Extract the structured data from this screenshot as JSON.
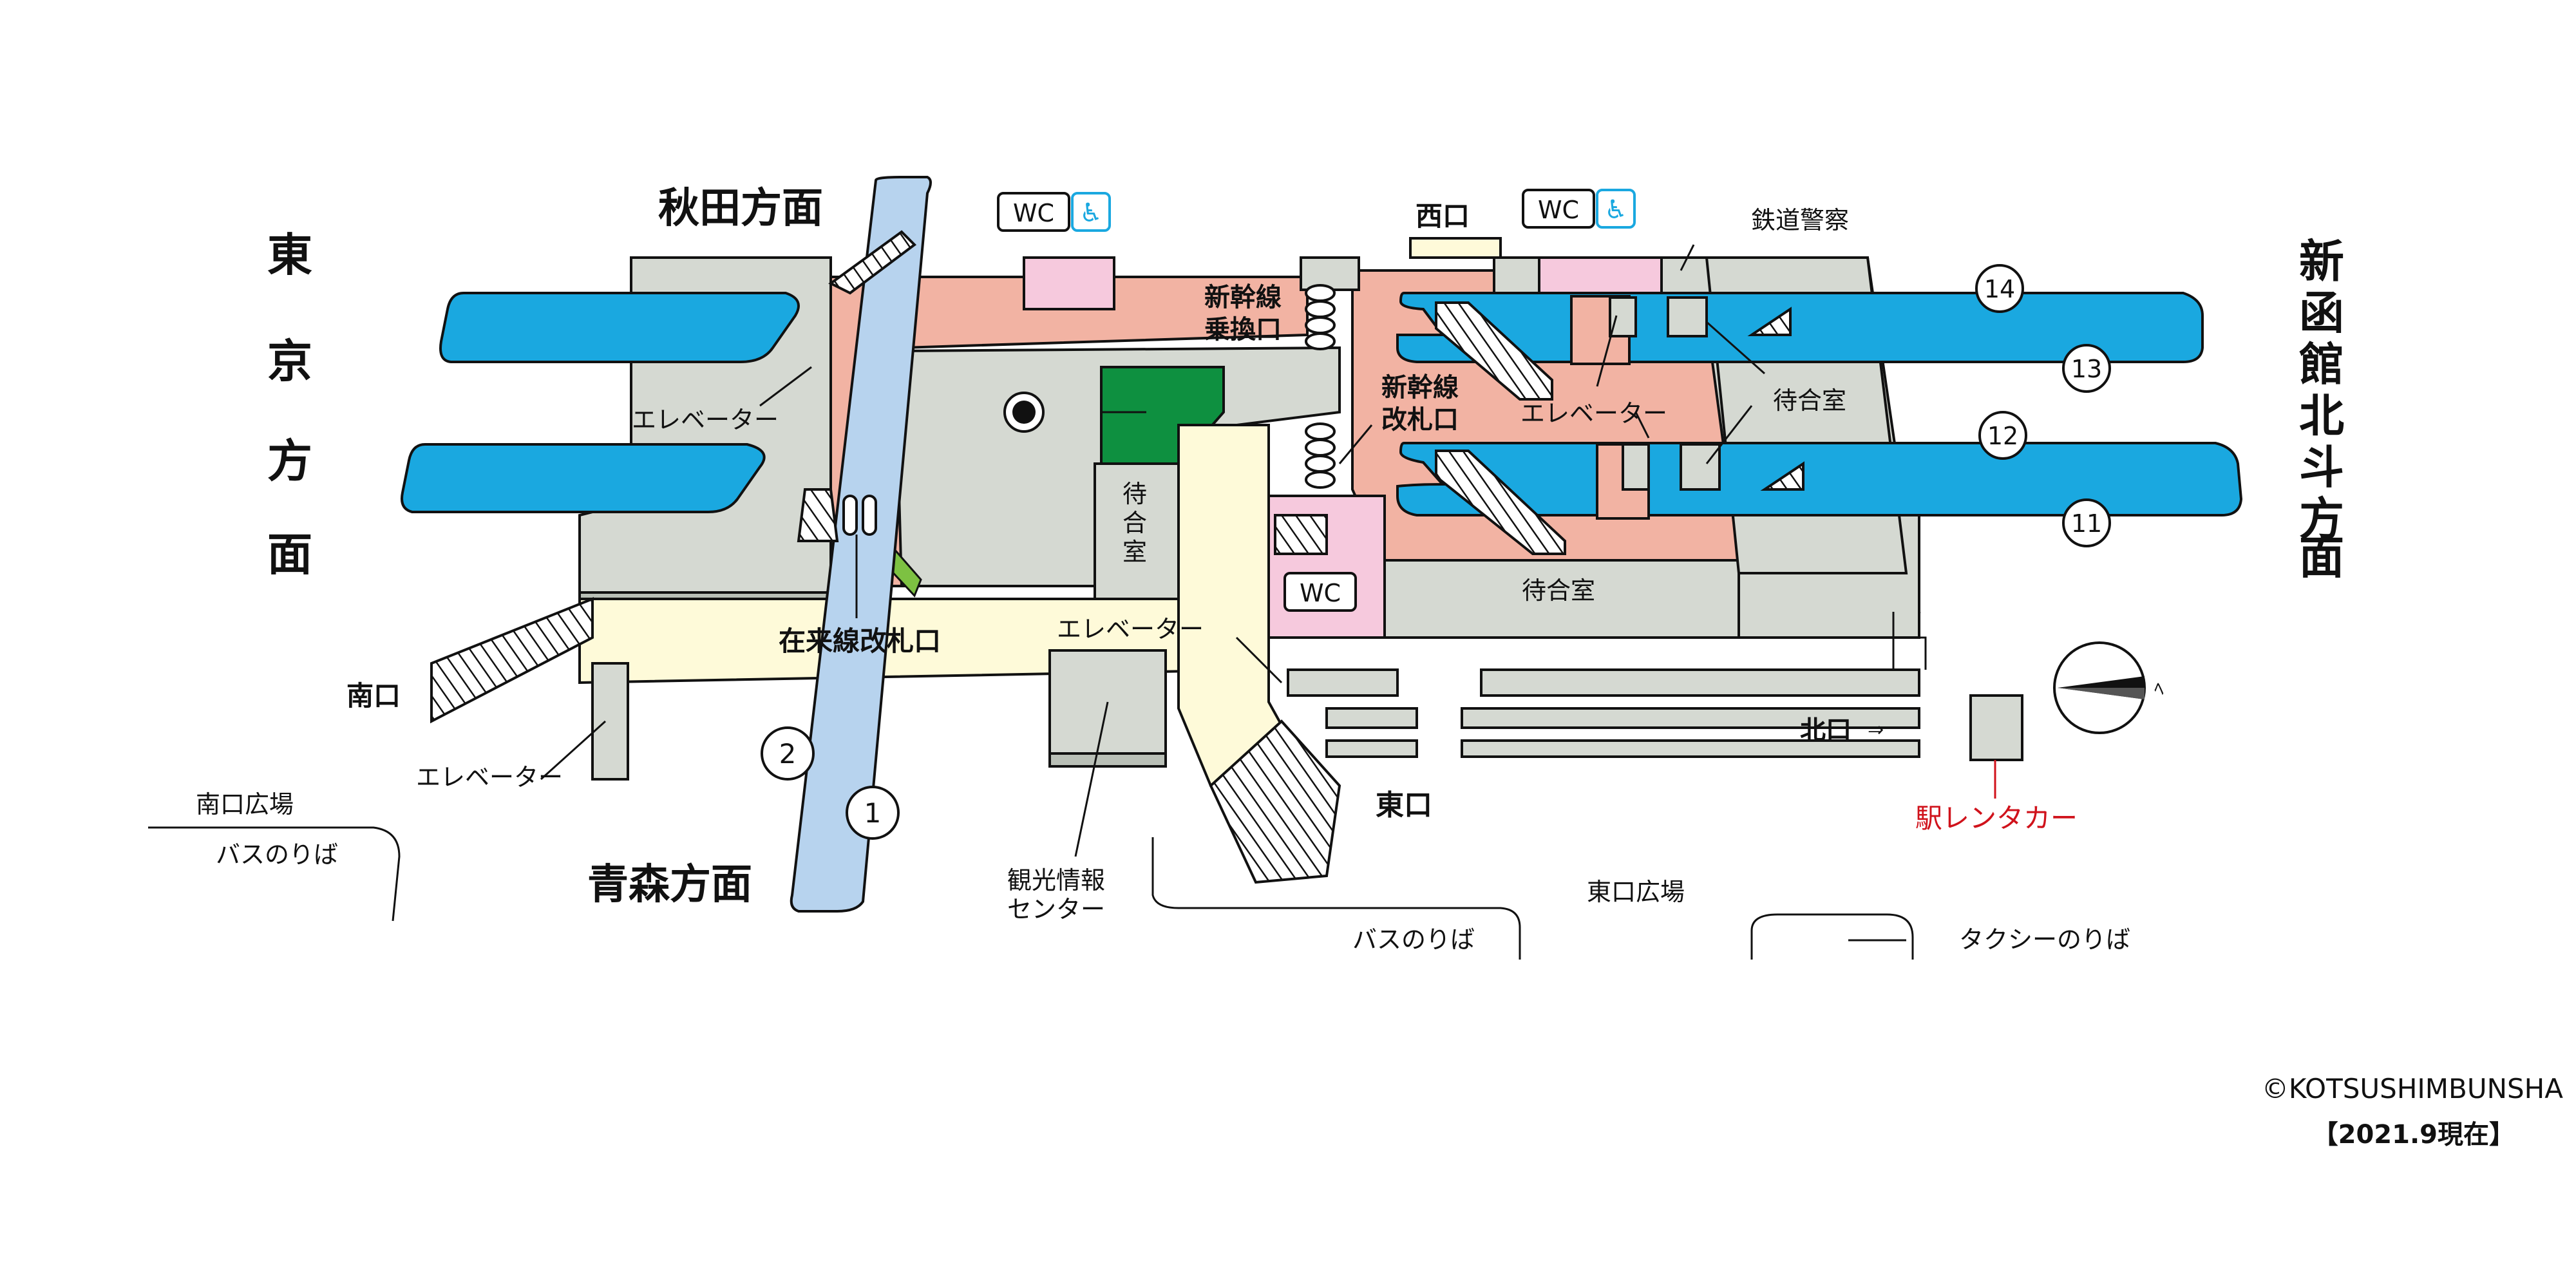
{
  "directions": {
    "tokyo": "東京方面",
    "akita": "秋田方面",
    "aomori": "青森方面",
    "hakodate": "新函館北斗方面"
  },
  "exits": {
    "west": "西口",
    "south": "南口",
    "east": "東口",
    "north": "北口"
  },
  "gates": {
    "shinkansen_transfer": [
      "新幹線",
      "乗換口"
    ],
    "shinkansen_gate": [
      "新幹線",
      "改札口"
    ],
    "conventional_gate": "在来線改札口"
  },
  "facilities": {
    "wc": "WC",
    "railway_police": "鉄道警察",
    "elevator": "エレベーター",
    "waiting_room": "待合室",
    "waiting_room_vertical": "待合室",
    "tourist_info": [
      "観光情報",
      "センター"
    ],
    "rent_a_car": "駅レンタカー"
  },
  "plazas": {
    "south_plaza": "南口広場",
    "south_bus": "バスのりば",
    "east_plaza": "東口広場",
    "east_bus": "バスのりば",
    "taxi": "タクシーのりば"
  },
  "tracks": [
    "14",
    "13",
    "12",
    "11",
    "2",
    "1"
  ],
  "copyright": "©KOTSUSHIMBUNSHA",
  "date": "【2021.9現在】",
  "colors": {
    "platform": "#1aa8e0",
    "rail": "#b7d3ee",
    "concourse_pink": "#f2b3a3",
    "concourse_cream": "#fefad9",
    "toilet_pink": "#f6c9dd",
    "building_gray": "#d5d9d2",
    "accessible_blue": "#1aa8e0",
    "rent_a_car_red": "#d0121b",
    "waiting_green": "#0e9040"
  },
  "icons": [
    "wheelchair-icon",
    "compass-icon",
    "ticket-machine-icon",
    "escalator-icon",
    "stairs-icon"
  ]
}
